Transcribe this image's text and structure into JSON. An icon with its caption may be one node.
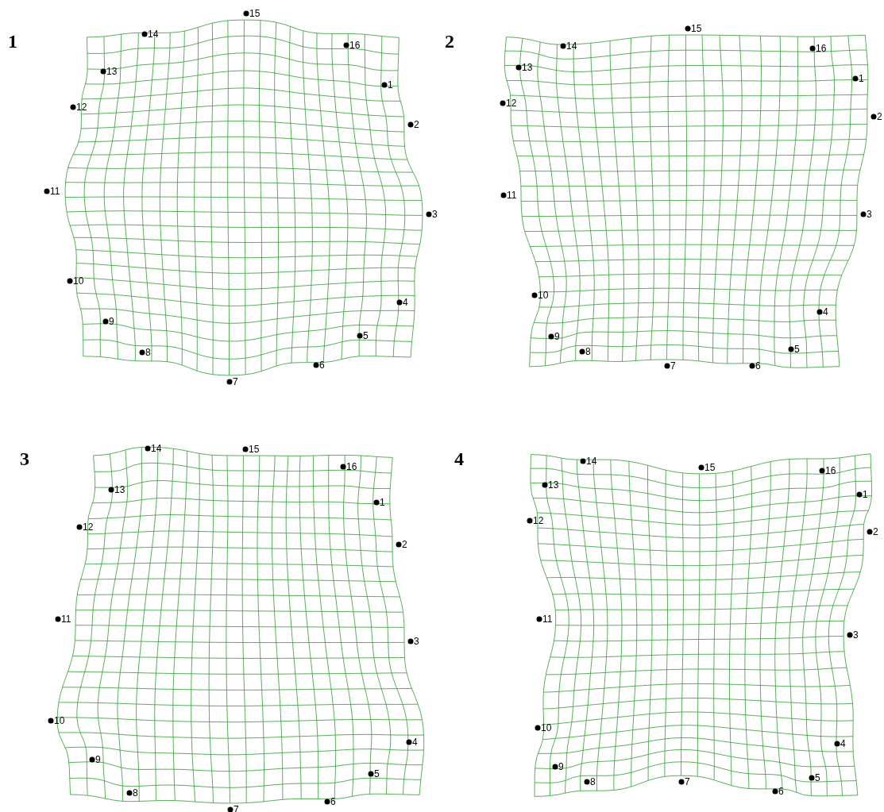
{
  "diagram": {
    "labels": [
      "1",
      "1",
      "2",
      "3",
      "4",
      "5",
      "6",
      "7",
      "8",
      "9",
      "10",
      "11",
      "12",
      "13",
      "14",
      "15",
      "16",
      "2",
      "1",
      "2",
      "3",
      "4",
      "5",
      "6",
      "7",
      "8",
      "9",
      "10",
      "11",
      "12",
      "13",
      "14",
      "15",
      "16",
      "3",
      "1",
      "2",
      "3",
      "4",
      "5",
      "6",
      "7",
      "8",
      "9",
      "10",
      "11",
      "12",
      "13",
      "14",
      "15",
      "16",
      "4",
      "1",
      "2",
      "3",
      "4",
      "5",
      "6",
      "7",
      "8",
      "9",
      "10",
      "11",
      "12",
      "13",
      "14",
      "15",
      "16"
    ]
  }
}
